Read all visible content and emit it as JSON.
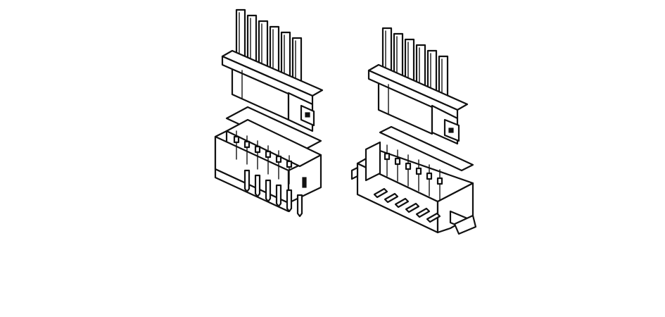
{
  "figure": {
    "assemblies": [
      {
        "id": "through-hole",
        "pins": 6
      },
      {
        "id": "surface-mount",
        "pins": 6
      }
    ]
  },
  "colors": {
    "background": "#ffffff",
    "line": "#111111"
  }
}
